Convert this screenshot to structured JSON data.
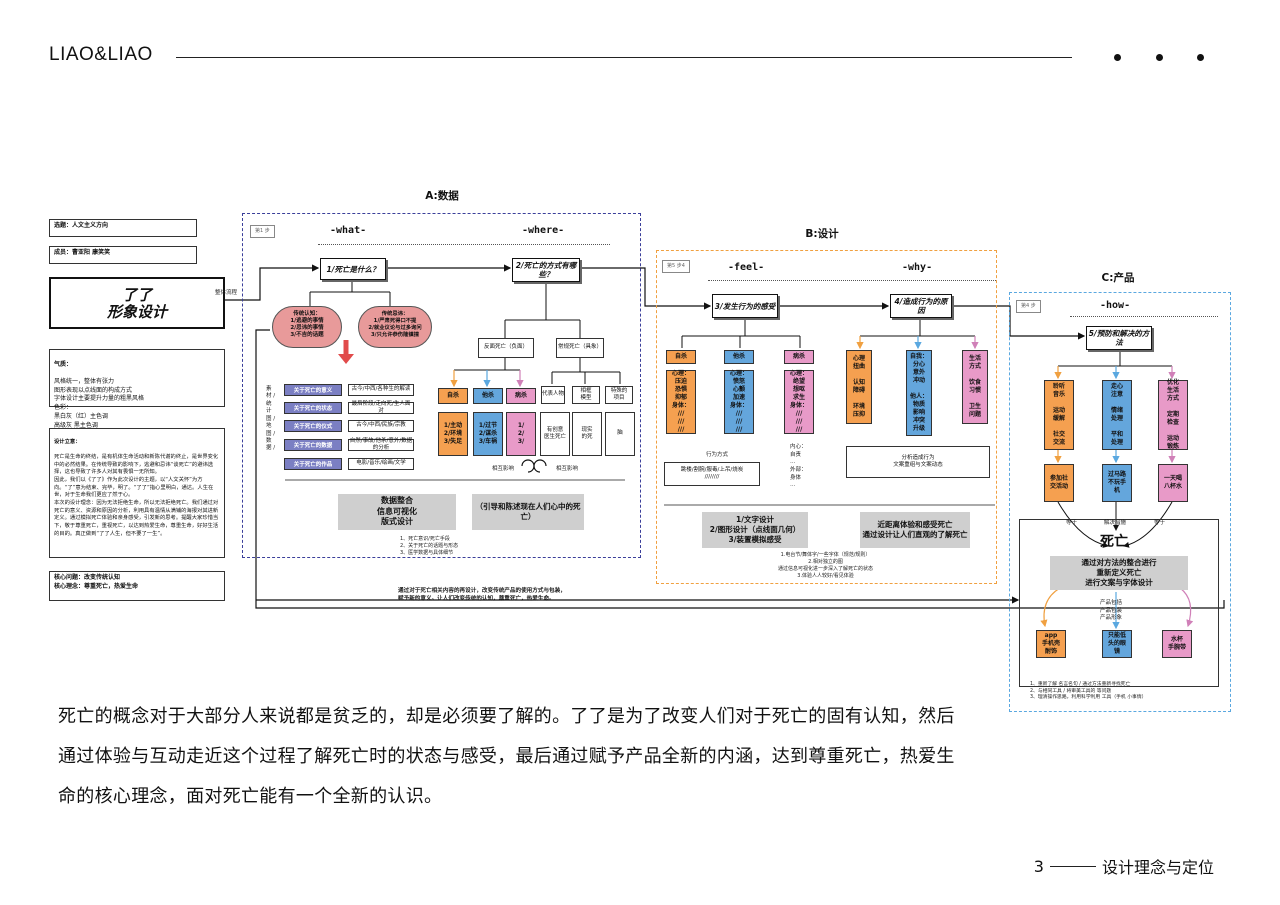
{
  "header": {
    "brand": "LIAO&LIAO"
  },
  "left_panel": {
    "topic": "选题：人文主义方向",
    "members": "成员：曹亚阳 康笑笑",
    "logo_line1": "了了",
    "logo_line2": "形象设计",
    "arrow_label": "整体流程",
    "style_title": "气质：",
    "style_text": "风格统一，整体有张力\n图形表现以点线面的构成方式\n字体设计主要提升力量的粗黑风格\n色彩：\n黑白灰（红）主色调\n高级灰 黑主色调",
    "concept_title": "设计立意：",
    "concept_text": "死亡是生命的终结，是有机体生命活动和新陈代谢的终止，是世界变化中的必然结果。在传统导致的影响下，逃避和忌讳“谈死亡”的避讳选择，这也导致了许多人对其有畏惧一无所知。\n因此，我们以《了了》作为此次设计的主题，以“人文关怀”为方向。“了”意为结束、完毕，明了。“了了”指心里明白，通达。人生在世，对于生命我们更应了然于心。\n本次的设计理念：因为无法拒绝生命，所以无法拒绝死亡。我们通过对死亡的意义、资源和原因的分析，利用具有温情从满铺的海报对其进新定义。通过模拟死亡体验和亲身感受，引发新的思考。提醒大家珍惜当下，敬于尊重死亡，重视死亡，以达到热爱生命，尊重生命，好好生活的目的。真正做到“了了人生，但不要了一生”。",
    "core_text": "核心问题：改变传统认知\n核心理念：尊重死亡，热爱生命"
  },
  "section_a": {
    "title": "A:数据",
    "step_tag": "第1 步",
    "what": "-what-",
    "where": "-where-",
    "node1": "1/死亡是什么？",
    "node2": "2/死亡的方式有哪些？",
    "cloud1": "传统认知：\n1/逃避的事情\n2/忌讳的事情\n3/不吉的话题",
    "cloud2": "传统忌讳：\n1/严肃死得口不提\n2/就业议论与过多询问\n3/只允许恭伤隆镇撞",
    "vertical_label": "素 材 / 统 计 图 / 地 图 / 数 据 /",
    "purple_items": [
      "关于死亡的意义",
      "关于死亡的状态",
      "关于死亡的仪式",
      "关于死亡的数据",
      "关于死亡的作品"
    ],
    "purple_notes": [
      "古今/中西/各种生的解读",
      "最后阶段/走向死/生人面对",
      "古今/中西/民族/宗教",
      "自然/事故/他杀/意外/数据的分析",
      "电影/音乐/绘画/文学"
    ],
    "branch_left": "反面死亡（负面）",
    "branch_right": "常规死亡（具象）",
    "colored": [
      "自杀",
      "他杀",
      "病杀"
    ],
    "colored_details": [
      "1/主动\n2/环境\n3/失足",
      "1/过节\n2/谋杀\n3/车祸",
      "1/\n2/\n3/"
    ],
    "white_items": [
      "代表人物",
      "相框\n模型",
      "特殊的\n项目"
    ],
    "white_boxes": [
      "有创意\n医生死亡",
      "现实\n的死",
      "脑"
    ],
    "mutual_left": "相互影响",
    "mutual_right": "相互影响",
    "gray_left": "数据整合\n信息可视化\n版式设计",
    "gray_right": "（引导和陈述现在人们心中的死亡）",
    "notes": "1、死亡意识/死亡手段\n2、关于死亡的话题与形态\n3、医学数据与具体细节"
  },
  "section_b": {
    "title": "B:设计",
    "step_tag": "第5 步4",
    "feel": "-feel-",
    "why": "-why-",
    "node3": "3/发生行为的感受",
    "node4": "4/造成行为的原因",
    "colored": [
      "自杀",
      "他杀",
      "病杀"
    ],
    "colored_details": [
      "心理：\n压迫\n恐惧\n抑郁\n身体：\n///\n///\n///",
      "心理：\n愤怒\n心颤\n加速\n身体：\n///\n///\n///",
      "心理：\n绝望\n想呕\n求生\n身体：\n///\n///\n///"
    ],
    "tall": [
      "心理\n扭曲\n\n认知\n障碍\n\n环境\n压抑",
      "自我：\n分心\n意外\n冲动\n\n他人：\n物质\n影响\n冲突\n升级",
      "生活\n方式\n\n饮食\n习惯\n\n卫生\n问题"
    ],
    "behavior_label": "行为方式",
    "behavior_text": "跳楼/割腕/服毒/上吊/烧炭\n////////",
    "side_notes": "内心：\n自责\n…\n外部：\n身体\n…",
    "wide_text": "分析造成行为\n文案重组与文案动态",
    "gray_left": "1/文字设计\n2/图形设计（点线面几何）\n3/装置模拟感受",
    "gray_right": "近距离体验和感受死亡\n通过设计让人们直观的了解死亡",
    "notes": "1.电台节/舞体字/一些字体（规范/规则）\n2.相对独立的图\n通过信息可视化进一步深入了解死亡的状态\n3.体验人人较好/看见体验",
    "bottom_arrow": "通过对于死亡相关内容的再设计，改变传统产品的使用方式与包装，\n赋予新的意义。让人们改变传统的认知，尊重死亡，热爱生命。"
  },
  "section_c": {
    "title": "C:产品",
    "step_tag": "第4 步",
    "how": "-how-",
    "node5": "5/预防和解决的方法",
    "colored": [
      "聆听\n音乐\n\n运动\n缓解\n\n社交\n交流",
      "走心\n注意\n\n情绪\n处理\n\n平和\n处理",
      "优化\n生活\n方式\n\n定期\n检查\n\n运动\n锻炼"
    ],
    "colored2": [
      "参加社\n交活动",
      "过马路\n不玩手\n机",
      "一天喝\n八杯水"
    ],
    "small_labels": [
      "等于",
      "解决措施",
      "等于"
    ],
    "death": "死亡",
    "gray": "通过对方法的整合进行\n重新定义死亡\n进行文案与字体设计",
    "product_label": "产品包括\n产品包装\n产品形象",
    "products": [
      "app\n手机壳\n耐饰",
      "只能低\n头的眼\n镜",
      "水杯\n手腕带"
    ],
    "notes": "1、重新了解 名言名句 / 通过方法重新寻找死亡\n2、与相同工具 / 将审美工具的 等问题\n3、理清操作思路，利用科学利用 工具（手机 小事情）"
  },
  "paragraph": "死亡的概念对于大部分人来说都是贫乏的，却是必须要了解的。了了是为了改变人们对于死亡的固有认知，然后通过体验与互动走近这个过程了解死亡时的状态与感受，最后通过赋予产品全新的内涵，达到尊重死亡，热爱生命的核心理念，面对死亡能有一个全新的认识。",
  "footer": {
    "page_number": "3",
    "section": "设计理念与定位"
  },
  "colors": {
    "orange": "#f5a050",
    "blue": "#64a6dc",
    "pink": "#e89ac8",
    "purple": "#7b7fc3",
    "navy": "#3b3f9a",
    "orange_dash": "#f0a040",
    "sky_dash": "#5aa8e0"
  }
}
